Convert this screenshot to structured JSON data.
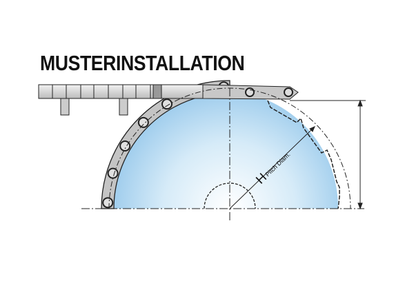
{
  "title": "MUSTERINSTALLATION",
  "dimension_symbol": "H",
  "dimension_label": "Pitch Diam.",
  "colors": {
    "sprocket_fill": "#a9d3f0",
    "chain_fill": "#c8c8c8",
    "outline": "#222222"
  }
}
